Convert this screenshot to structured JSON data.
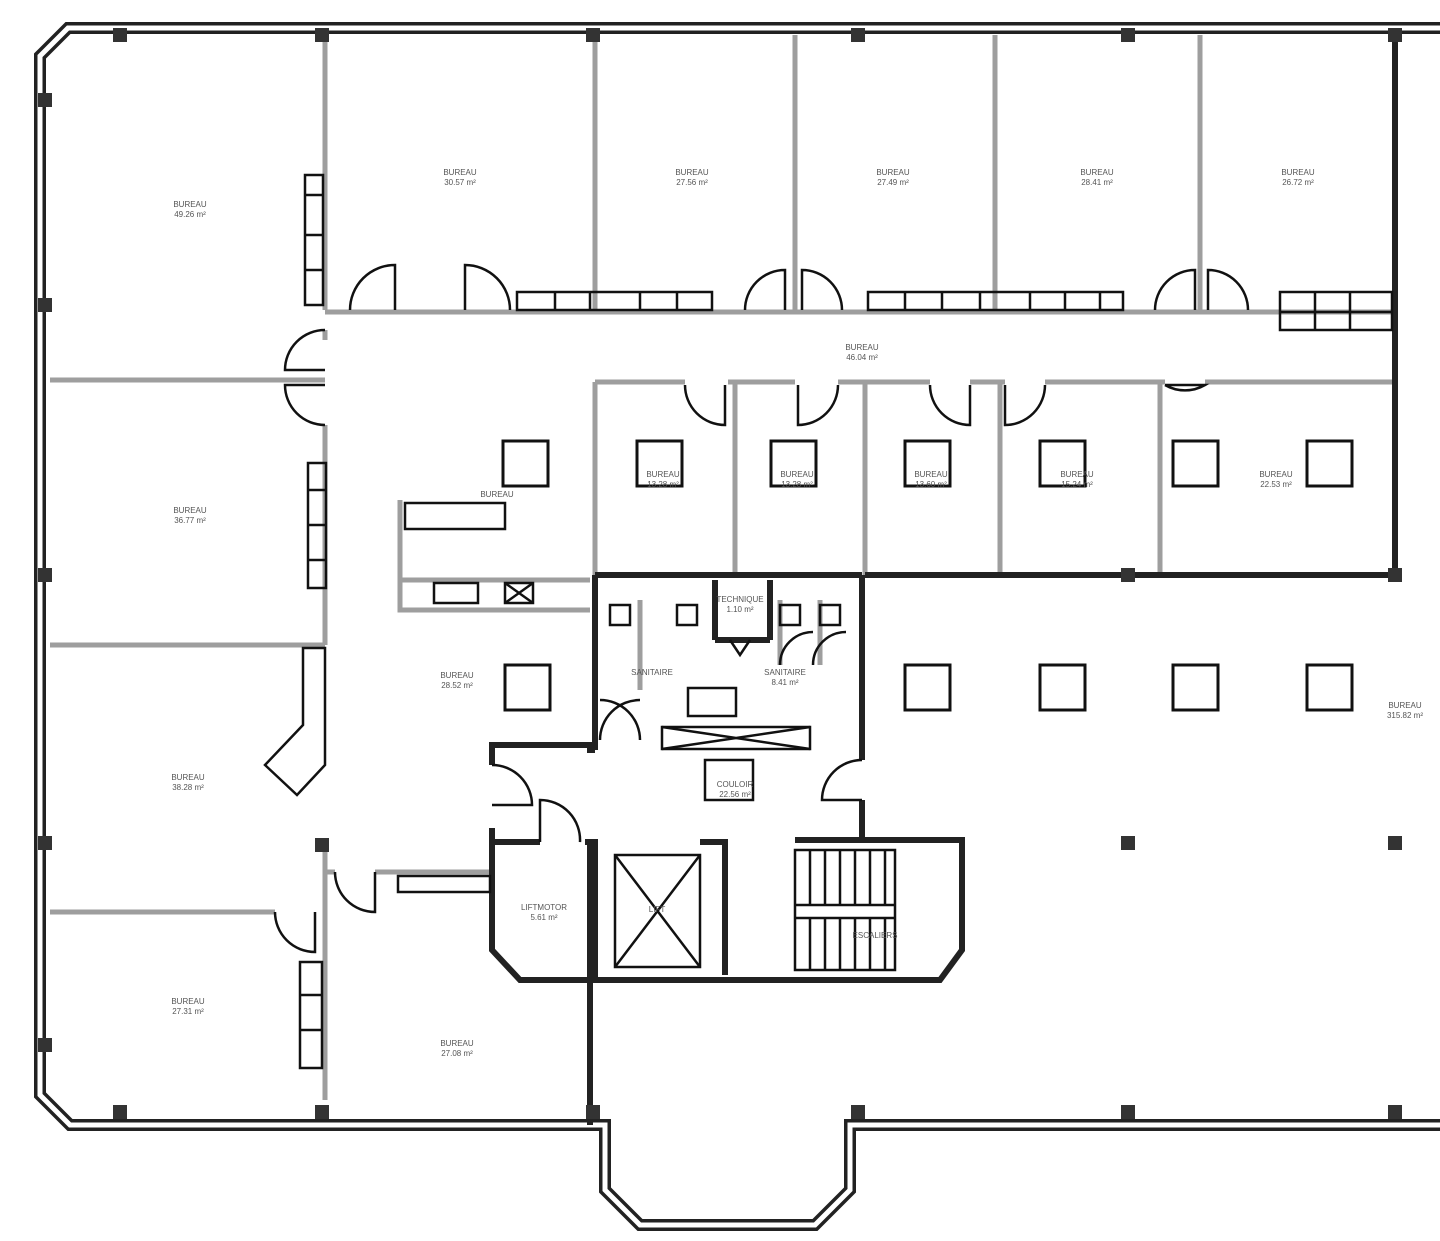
{
  "plan": {
    "colors": {
      "partition": "#9e9e9e",
      "structure": "#222222"
    },
    "rooms": [
      {
        "name": "BUREAU",
        "area": "49.26 m²"
      },
      {
        "name": "BUREAU",
        "area": "30.57 m²"
      },
      {
        "name": "BUREAU",
        "area": "27.56 m²"
      },
      {
        "name": "BUREAU",
        "area": "27.49 m²"
      },
      {
        "name": "BUREAU",
        "area": "28.41 m²"
      },
      {
        "name": "BUREAU",
        "area": "26.72 m²"
      },
      {
        "name": "BUREAU",
        "area": "46.04 m²"
      },
      {
        "name": "BUREAU",
        "area": "36.77 m²"
      },
      {
        "name": "BUREAU",
        "area": ""
      },
      {
        "name": "BUREAU",
        "area": "13.28 m²"
      },
      {
        "name": "BUREAU",
        "area": "13.28 m²"
      },
      {
        "name": "BUREAU",
        "area": "13.60 m²"
      },
      {
        "name": "BUREAU",
        "area": "15.24 m²"
      },
      {
        "name": "BUREAU",
        "area": "22.53 m²"
      },
      {
        "name": "TECHNIQUE",
        "area": "1.10 m²"
      },
      {
        "name": "SANITAIRE",
        "area": ""
      },
      {
        "name": "SANITAIRE",
        "area": "8.41 m²"
      },
      {
        "name": "BUREAU",
        "area": "28.52 m²"
      },
      {
        "name": "BUREAU",
        "area": "315.82 m²"
      },
      {
        "name": "COULOIR",
        "area": "22.56 m²"
      },
      {
        "name": "BUREAU",
        "area": "38.28 m²"
      },
      {
        "name": "LIFTMOTOR",
        "area": "5.61 m²"
      },
      {
        "name": "LIFT",
        "area": ""
      },
      {
        "name": "ESCALIERS",
        "area": ""
      },
      {
        "name": "BUREAU",
        "area": "27.31 m²"
      },
      {
        "name": "BUREAU",
        "area": "27.08 m²"
      }
    ]
  }
}
